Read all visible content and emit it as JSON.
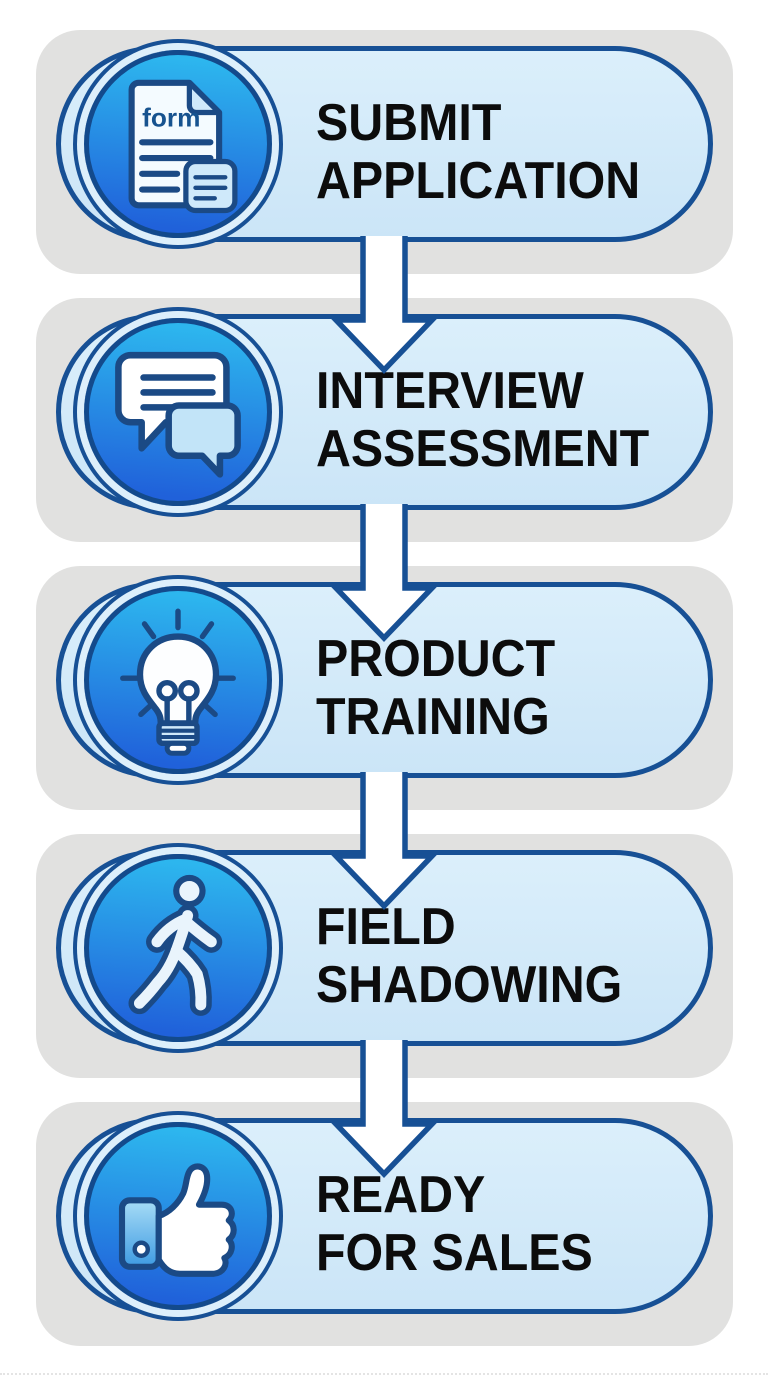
{
  "diagram": {
    "type": "vertical-process-flow",
    "step_count": 5,
    "connector": "down-block-arrow"
  },
  "steps": [
    {
      "line1": "SUBMIT",
      "line2": "APPLICATION",
      "icon": "form-document-icon",
      "icon_text": "form"
    },
    {
      "line1": "INTERVIEW",
      "line2": "ASSESSMENT",
      "icon": "chat-bubbles-icon"
    },
    {
      "line1": "PRODUCT",
      "line2": "TRAINING",
      "icon": "lightbulb-icon"
    },
    {
      "line1": "FIELD",
      "line2": "SHADOWING",
      "icon": "walking-person-icon"
    },
    {
      "line1": "READY",
      "line2": "FOR SALES",
      "icon": "thumbs-up-icon"
    }
  ],
  "colors": {
    "page_background": "#ffffff",
    "card_gray": "#e1e1e0",
    "pill_fill_top": "#dbeffb",
    "pill_fill_bottom": "#cbe5f7",
    "outline_navy": "#175095",
    "icon_outline_navy": "#1b4a85",
    "circle_gradient_top": "#2db6ee",
    "circle_gradient_bottom": "#2061da",
    "circle_ring_light": "#ddeffb",
    "arrow_fill": "#ffffff",
    "text_color": "#0c0c0c",
    "icon_accent_light_blue": "#c2e4f8"
  }
}
